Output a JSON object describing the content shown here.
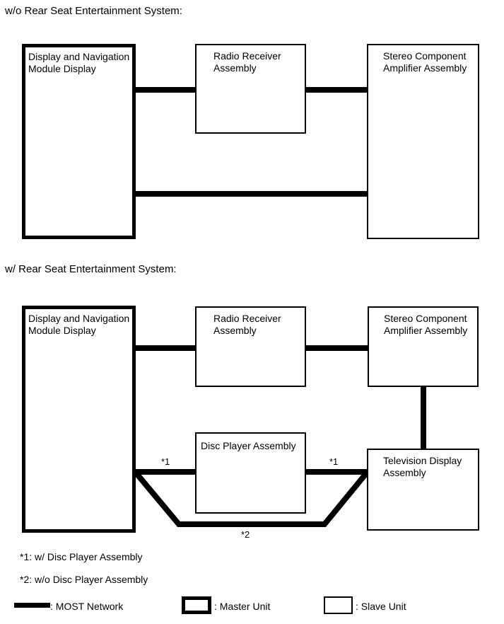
{
  "colors": {
    "ink": "#000000",
    "background": "#ffffff"
  },
  "sections": {
    "without_rse": {
      "title": "w/o Rear Seat Entertainment System:",
      "display_module": "Display and Navigation Module Display",
      "radio_receiver": "Radio Receiver Assembly",
      "stereo_amplifier": "Stereo Component Amplifier Assembly"
    },
    "with_rse": {
      "title": "w/ Rear Seat Entertainment System:",
      "display_module": "Display and Navigation Module Display",
      "radio_receiver": "Radio Receiver Assembly",
      "stereo_amplifier": "Stereo Component Amplifier Assembly",
      "disc_player": "Disc Player Assembly",
      "television_display": "Television Display Assembly",
      "marker_1_left": "*1",
      "marker_1_right": "*1",
      "marker_2": "*2"
    }
  },
  "footnotes": {
    "note_1": "*1: w/ Disc Player Assembly",
    "note_2": "*2: w/o Disc Player Assembly"
  },
  "legend": {
    "most_network": ": MOST Network",
    "master_unit": ": Master Unit",
    "slave_unit": ": Slave Unit"
  }
}
